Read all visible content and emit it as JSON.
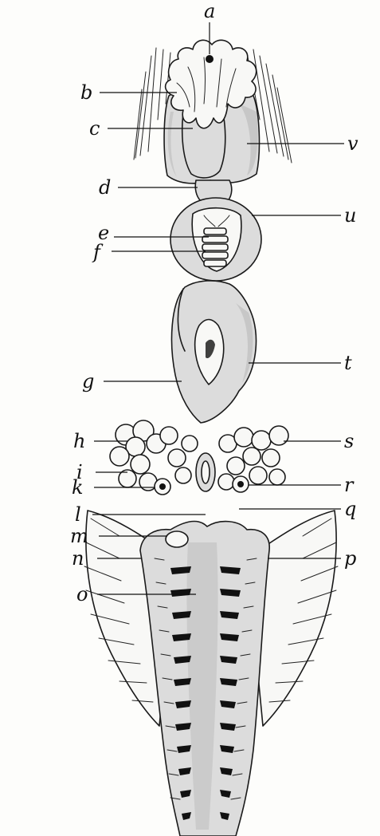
{
  "labels": {
    "a": "a",
    "b": "b",
    "c": "c",
    "d": "d",
    "e": "e",
    "f": "f",
    "g": "g",
    "h": "h",
    "i": "i",
    "k": "k",
    "l": "l",
    "m": "m",
    "n": "n",
    "o": "o",
    "p": "p",
    "q": "q",
    "r": "r",
    "s": "s",
    "t": "t",
    "u": "u",
    "v": "v"
  }
}
